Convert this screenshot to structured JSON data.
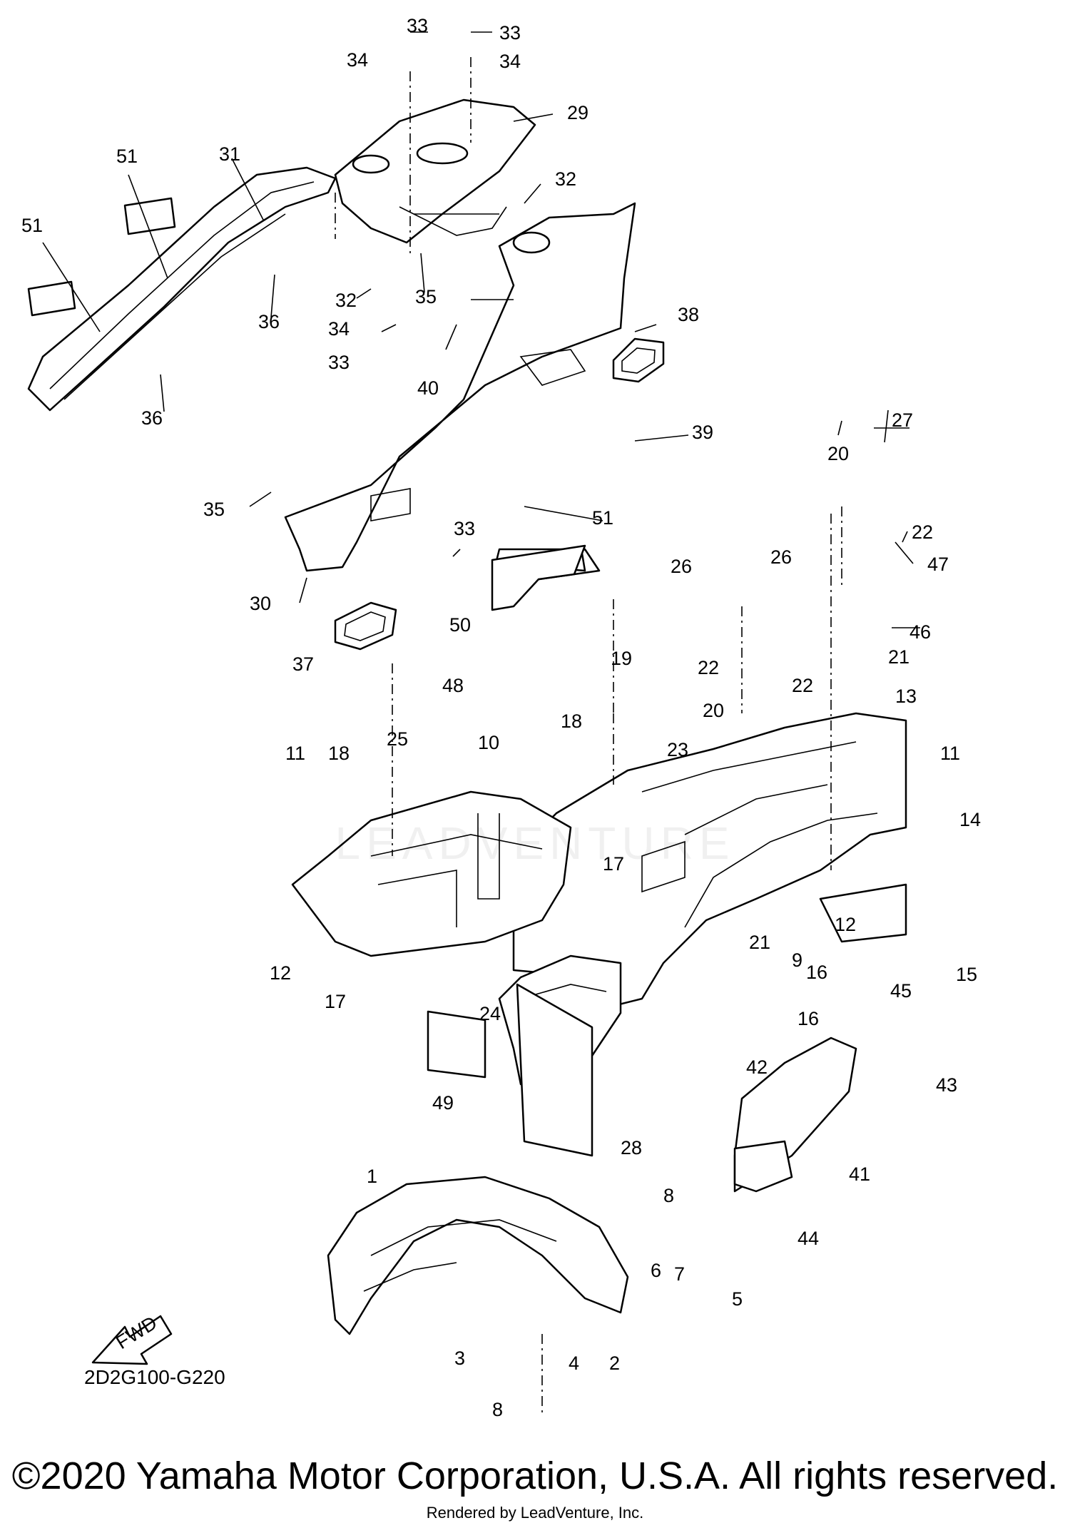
{
  "diagram": {
    "part_numbers": [
      "33",
      "34",
      "33",
      "34",
      "29",
      "31",
      "51",
      "51",
      "32",
      "32",
      "35",
      "36",
      "34",
      "33",
      "40",
      "38",
      "36",
      "39",
      "35",
      "51",
      "27",
      "20",
      "22",
      "33",
      "30",
      "37",
      "47",
      "46",
      "26",
      "26",
      "50",
      "22",
      "21",
      "22",
      "19",
      "48",
      "20",
      "13",
      "23",
      "18",
      "25",
      "10",
      "11",
      "18",
      "11",
      "14",
      "17",
      "12",
      "21",
      "9",
      "12",
      "16",
      "15",
      "17",
      "45",
      "24",
      "16",
      "42",
      "43",
      "49",
      "41",
      "28",
      "1",
      "8",
      "6",
      "7",
      "5",
      "44",
      "3",
      "4",
      "2",
      "8"
    ],
    "reference_code": "2D2G100-G220",
    "fwd_label": "FWD",
    "watermark": "LEADVENTURE"
  },
  "footer": {
    "copyright": "©2020 Yamaha Motor Corporation, U.S.A. All rights reserved.",
    "rendered_by": "Rendered by LeadVenture, Inc."
  }
}
